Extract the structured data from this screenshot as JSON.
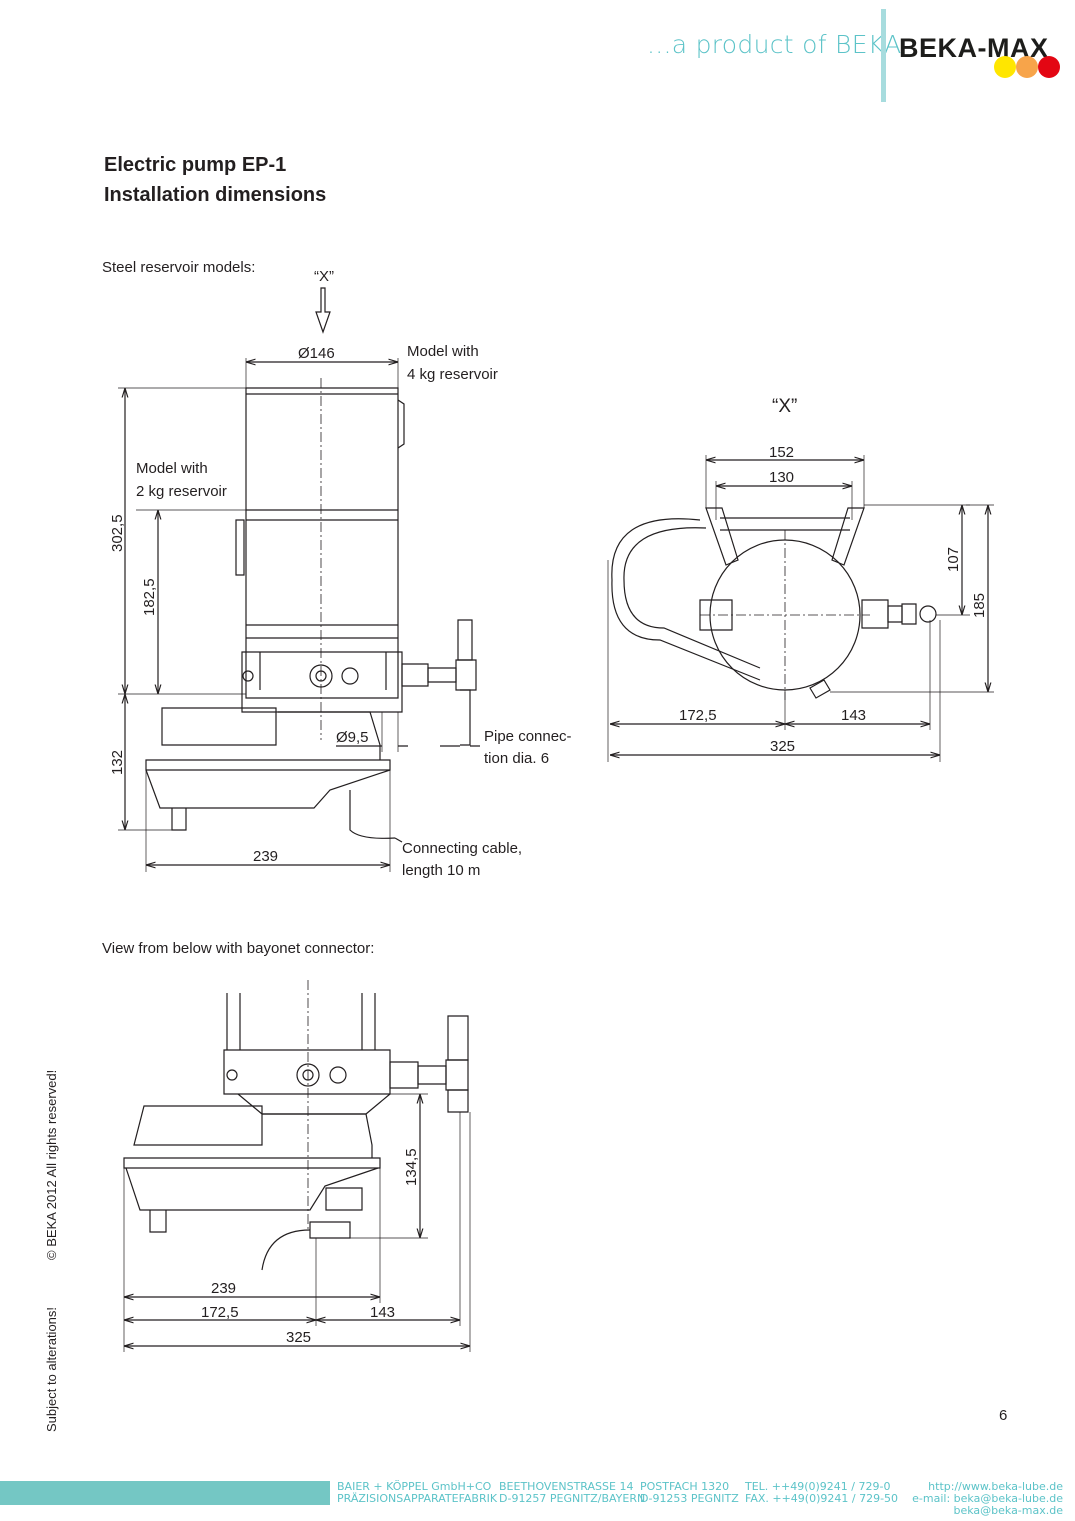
{
  "header": {
    "tagline": "...a product of BEKA",
    "brand": "BEKA-MAX",
    "brand_dot_colors": [
      "#ffe600",
      "#f7a44a",
      "#e30613"
    ]
  },
  "title": {
    "line1": "Electric pump EP-1",
    "line2": "Installation dimensions"
  },
  "section1": {
    "heading": "Steel reservoir models:",
    "view_marker": "“X”",
    "side_view": {
      "dia_146": "Ø146",
      "model_4kg_1": "Model with",
      "model_4kg_2": "4 kg reservoir",
      "model_2kg_1": "Model with",
      "model_2kg_2": "2 kg reservoir",
      "dim_302_5": "302,5",
      "dim_182_5": "182,5",
      "dim_132": "132",
      "dia_9_5": "Ø9,5",
      "pipe_1": "Pipe connec-",
      "pipe_2": "tion dia. 6",
      "dim_239": "239",
      "cable_1": "Connecting cable,",
      "cable_2": "length 10 m"
    },
    "top_view": {
      "title": "“X”",
      "dim_152": "152",
      "dim_130": "130",
      "dim_107": "107",
      "dim_185": "185",
      "dim_172_5": "172,5",
      "dim_143": "143",
      "dim_325": "325"
    }
  },
  "section2": {
    "heading": "View from below with bayonet connector:",
    "dim_134_5": "134,5",
    "dim_239": "239",
    "dim_172_5": "172,5",
    "dim_143": "143",
    "dim_325": "325"
  },
  "sidebar": {
    "copyright": "© BEKA 2012 All rights reserved!",
    "notice": "Subject to alterations!"
  },
  "page_number": "6",
  "footer": {
    "company_1": "BAIER + KÖPPEL GmbH+CO",
    "company_2": "PRÄZISIONSAPPARATEFABRIK",
    "street_1": "BEETHOVENSTRASSE 14",
    "street_2": "D-91257 PEGNITZ/BAYERN",
    "postbox_1": "POSTFACH 1320",
    "postbox_2": "D-91253 PEGNITZ",
    "phone_1": "TEL.   ++49(0)9241 / 729-0",
    "phone_2": "FAX.  ++49(0)9241 / 729-50",
    "web_1": "http://www.beka-lube.de",
    "web_2": "e-mail: beka@beka-lube.de",
    "web_3": "beka@beka-max.de"
  }
}
